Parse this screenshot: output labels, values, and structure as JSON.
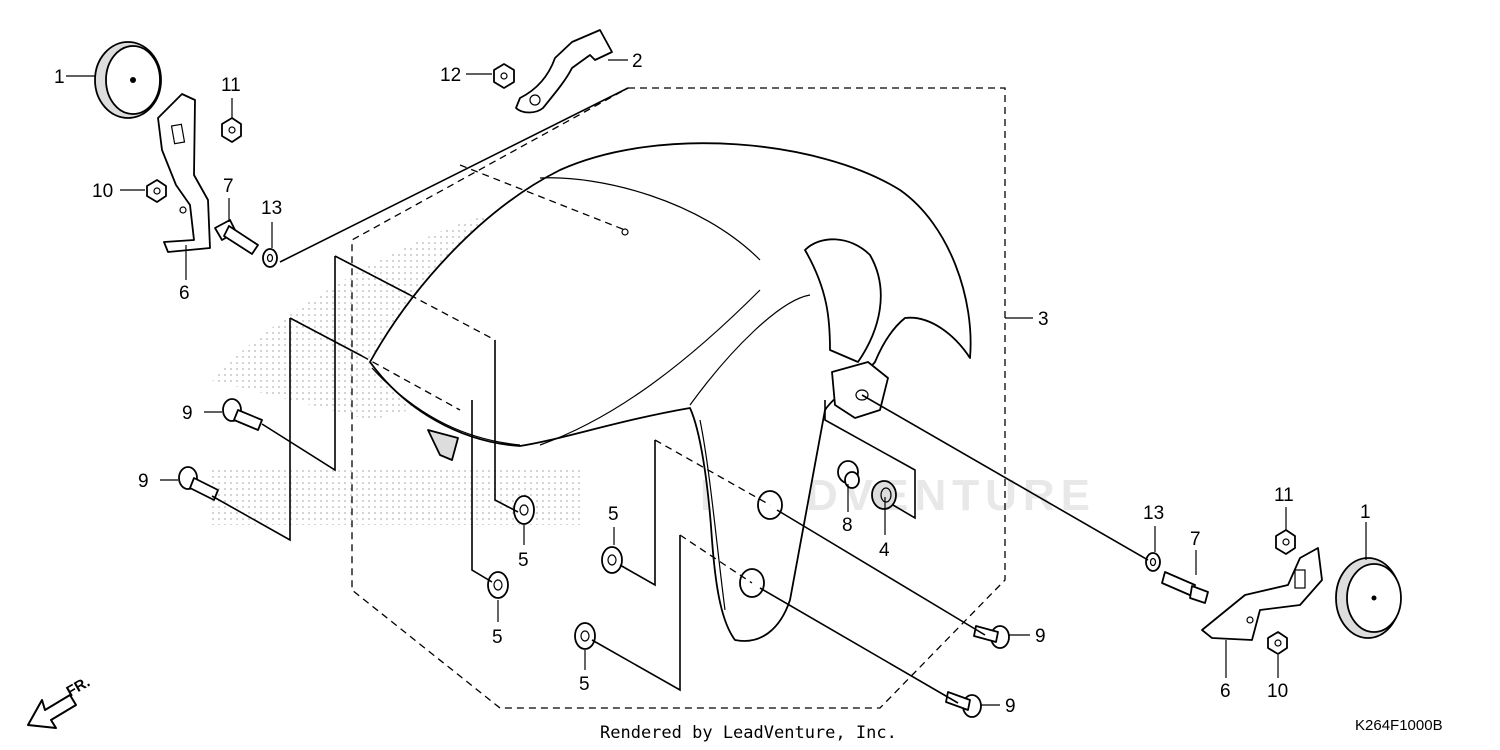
{
  "diagram": {
    "footer_credit": "Rendered by LeadVenture, Inc.",
    "diagram_code": "K264F1000B",
    "front_indicator": "FR.",
    "watermark_text": "LEADVENTURE",
    "callouts": [
      {
        "id": "c1-left",
        "label": "1"
      },
      {
        "id": "c1-right",
        "label": "1"
      },
      {
        "id": "c2",
        "label": "2"
      },
      {
        "id": "c3",
        "label": "3"
      },
      {
        "id": "c4",
        "label": "4"
      },
      {
        "id": "c5-a",
        "label": "5"
      },
      {
        "id": "c5-b",
        "label": "5"
      },
      {
        "id": "c5-c",
        "label": "5"
      },
      {
        "id": "c5-d",
        "label": "5"
      },
      {
        "id": "c6-left",
        "label": "6"
      },
      {
        "id": "c6-right",
        "label": "6"
      },
      {
        "id": "c7-left",
        "label": "7"
      },
      {
        "id": "c7-right",
        "label": "7"
      },
      {
        "id": "c8",
        "label": "8"
      },
      {
        "id": "c9-a",
        "label": "9"
      },
      {
        "id": "c9-b",
        "label": "9"
      },
      {
        "id": "c9-c",
        "label": "9"
      },
      {
        "id": "c9-d",
        "label": "9"
      },
      {
        "id": "c10-left",
        "label": "10"
      },
      {
        "id": "c10-right",
        "label": "10"
      },
      {
        "id": "c11-left",
        "label": "11"
      },
      {
        "id": "c11-right",
        "label": "11"
      },
      {
        "id": "c12",
        "label": "12"
      },
      {
        "id": "c13-left",
        "label": "13"
      },
      {
        "id": "c13-right",
        "label": "13"
      }
    ]
  }
}
